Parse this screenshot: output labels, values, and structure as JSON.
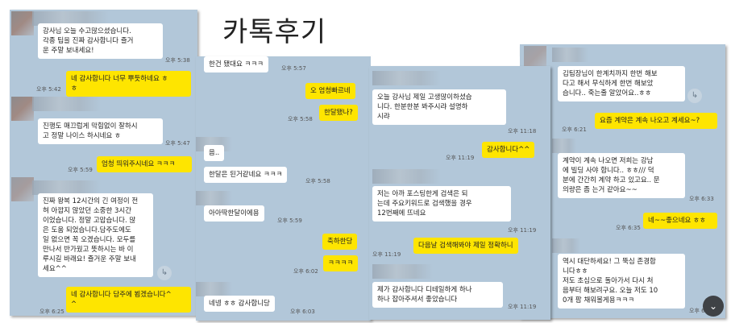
{
  "title": "카톡후기",
  "colors": {
    "chat_bg": "#b2c7d9",
    "my_bubble": "#fee500",
    "their_bubble": "#ffffff"
  },
  "panel1": {
    "messages": [
      {
        "from": "them",
        "text": "강사님 오늘 수고많으셨습니다.\n각종 팁을 진짜 감사합니다 즐거\n운 주말 보내세요!",
        "time": "오후 5:38"
      },
      {
        "from": "me",
        "text": "네 감사합니다 너무 뿌듯하네요 ㅎ\nㅎ",
        "time": "오후 5:42"
      },
      {
        "from": "them",
        "text": "진행도 매끄럽게 막힘없이 잘하시\n고 정말 나이스 하시네요 ㅎ",
        "time": "오후 5:47"
      },
      {
        "from": "me",
        "text": "엄청 띄워주시네요 ㅋㅋㅋ",
        "time": "오후 5:59"
      },
      {
        "from": "them",
        "text": "진짜 왕복 12시간의 긴 여정이 전\n혀 아깝지 않았던 소중한 3시간\n이었습니다. 정말 고맙습니다. 많\n은 도움 되었습니다.담주도에도\n일 없으면 꼭 오겠습니다. 모두를\n만나서 반가웠고 뜻하시는 바 이\n루시길 바래요! 즐거운 주말 보내\n세요^^"
      },
      {
        "from": "me",
        "text": "네 감사합니다 담주에 뵙겠습니다^\n^",
        "time": "오후 6:25"
      }
    ]
  },
  "panel2": {
    "messages": [
      {
        "from": "them",
        "text": "한건 됐대요 ㅋㅋㅋ",
        "time": "오후 5:57"
      },
      {
        "from": "me",
        "text": "오 엄청빠르네"
      },
      {
        "from": "me",
        "text": "한달됐나?",
        "time": "오후 5:58"
      },
      {
        "from": "them",
        "text": "음.."
      },
      {
        "from": "them",
        "text": "한달은 된거같네요 ㅋㅋㅋ",
        "time": "오후 5:58"
      },
      {
        "from": "them",
        "text": "아아딱한달이에용",
        "time": "오후 5:59"
      },
      {
        "from": "me",
        "text": "축하한당"
      },
      {
        "from": "me",
        "text": "ㅋㅋㅋㅋ",
        "time": "오후 6:02"
      },
      {
        "from": "them",
        "text": "네넹 ㅎㅎ 감사합니당",
        "time": "오후 6:03"
      }
    ]
  },
  "panel3": {
    "messages": [
      {
        "from": "them",
        "text": "오늘 강사님 제일 고생많이하셨습\n니다. 한분한분 봐주시랴 설명하\n시랴",
        "time": "오후 11:18"
      },
      {
        "from": "me",
        "text": "감사합니다^^",
        "time": "오후 11:19"
      },
      {
        "from": "them",
        "text": "저는 아까 포스팅한게 검색은 되\n는데 주요키워드로 검색했을 경우\n 12번째에 뜨네요",
        "time": "오후 11:19"
      },
      {
        "from": "me",
        "text": "다음날 검색해봐야 제일 정확하니",
        "time": "오후 11:19"
      },
      {
        "from": "them",
        "text": "제가 감사합니다 디테일하게 하나\n하나 잡아주셔서 좋았습니다",
        "time": "오후 11:19"
      }
    ]
  },
  "panel4": {
    "messages": [
      {
        "from": "them",
        "text": "김팀장님이 한계치까지 한번 해보\n다고 해서 무식하게 한번 해보았\n습니다.. 죽는줄 알았어요..ㅎㅎ"
      },
      {
        "from": "me",
        "text": "요즘 계약은 계속 나오고 계세요~?",
        "time": "오후 6:21"
      },
      {
        "from": "them",
        "text": "계약이 계속 나오면 저희는 강남\n에 빌딩 사야 합니다.. ㅎㅎ/// 덕\n분에 간간히 계약 하고 있고요.. 문\n의량은 좀 는거 같아요~~",
        "time": "오후 6:33"
      },
      {
        "from": "me",
        "text": "네~~좋으네요 ㅎㅎ",
        "time": "오후 6:35"
      },
      {
        "from": "them",
        "text": "역시 대단하세요! 그 뚝심 존경합\n니다ㅎㅎ\n저도 초심으로 돌아가서 다시 처\n음부터 해보려구요. 오늘 저도 10\n0개 팜 채워볼게용ㅋㅋㅋ",
        "time": "오후 6"
      }
    ]
  },
  "icons": {
    "share": "share-forward-icon",
    "scroll": "scroll-down-icon"
  }
}
